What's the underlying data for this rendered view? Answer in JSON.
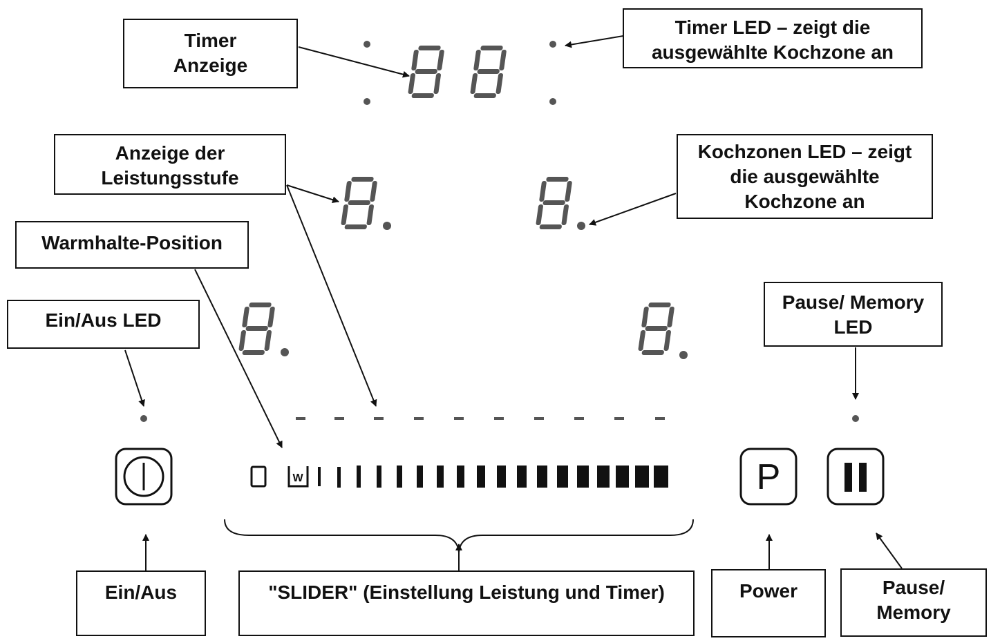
{
  "labels": {
    "timer_display": "Timer\nAnzeige",
    "timer_led": "Timer LED – zeigt die\nausgewählte Kochzone an",
    "power_level_display": "Anzeige der\nLeistungsstufe",
    "zone_led": "Kochzonen LED – zeigt\ndie ausgewählte\nKochzone an",
    "keep_warm": "Warmhalte-Position",
    "onoff_led": "Ein/Aus LED",
    "pause_memory_led": "Pause/ Memory\nLED",
    "onoff": "Ein/Aus",
    "slider": "\"SLIDER\" (Einstellung Leistung und Timer)",
    "power": "Power",
    "pause_memory": "Pause/\nMemory"
  },
  "display": {
    "timer_digits": [
      "8",
      "8"
    ],
    "zone_digits": [
      "8.",
      "8.",
      "8.",
      "8."
    ],
    "slider_keep_warm_glyph": "W",
    "power_key_glyph": "P",
    "pause_key_glyph": "II"
  },
  "icons": {
    "onoff_key": "power-symbol-icon",
    "power_key": "letter-p-icon",
    "pause_key": "pause-icon"
  },
  "colors": {
    "segment": "#5a5a5a",
    "line": "#111111"
  }
}
